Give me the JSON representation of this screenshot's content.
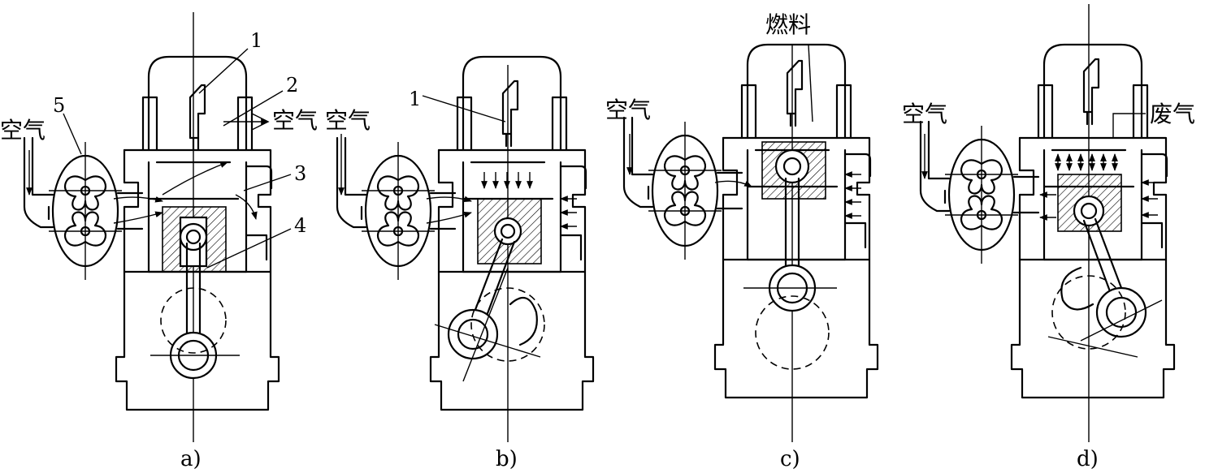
{
  "panels": [
    {
      "id": "a",
      "caption": "a)",
      "labels": {
        "air_in": "空气",
        "air_out": "空气",
        "n1": "1",
        "n2": "2",
        "n3": "3",
        "n4": "4",
        "n5": "5"
      }
    },
    {
      "id": "b",
      "caption": "b)",
      "labels": {
        "air_in": "空气",
        "n1": "1"
      }
    },
    {
      "id": "c",
      "caption": "c)",
      "labels": {
        "air_in": "空气",
        "fuel": "燃料"
      }
    },
    {
      "id": "d",
      "caption": "d)",
      "labels": {
        "air_in": "空气",
        "exhaust": "废气"
      }
    }
  ]
}
